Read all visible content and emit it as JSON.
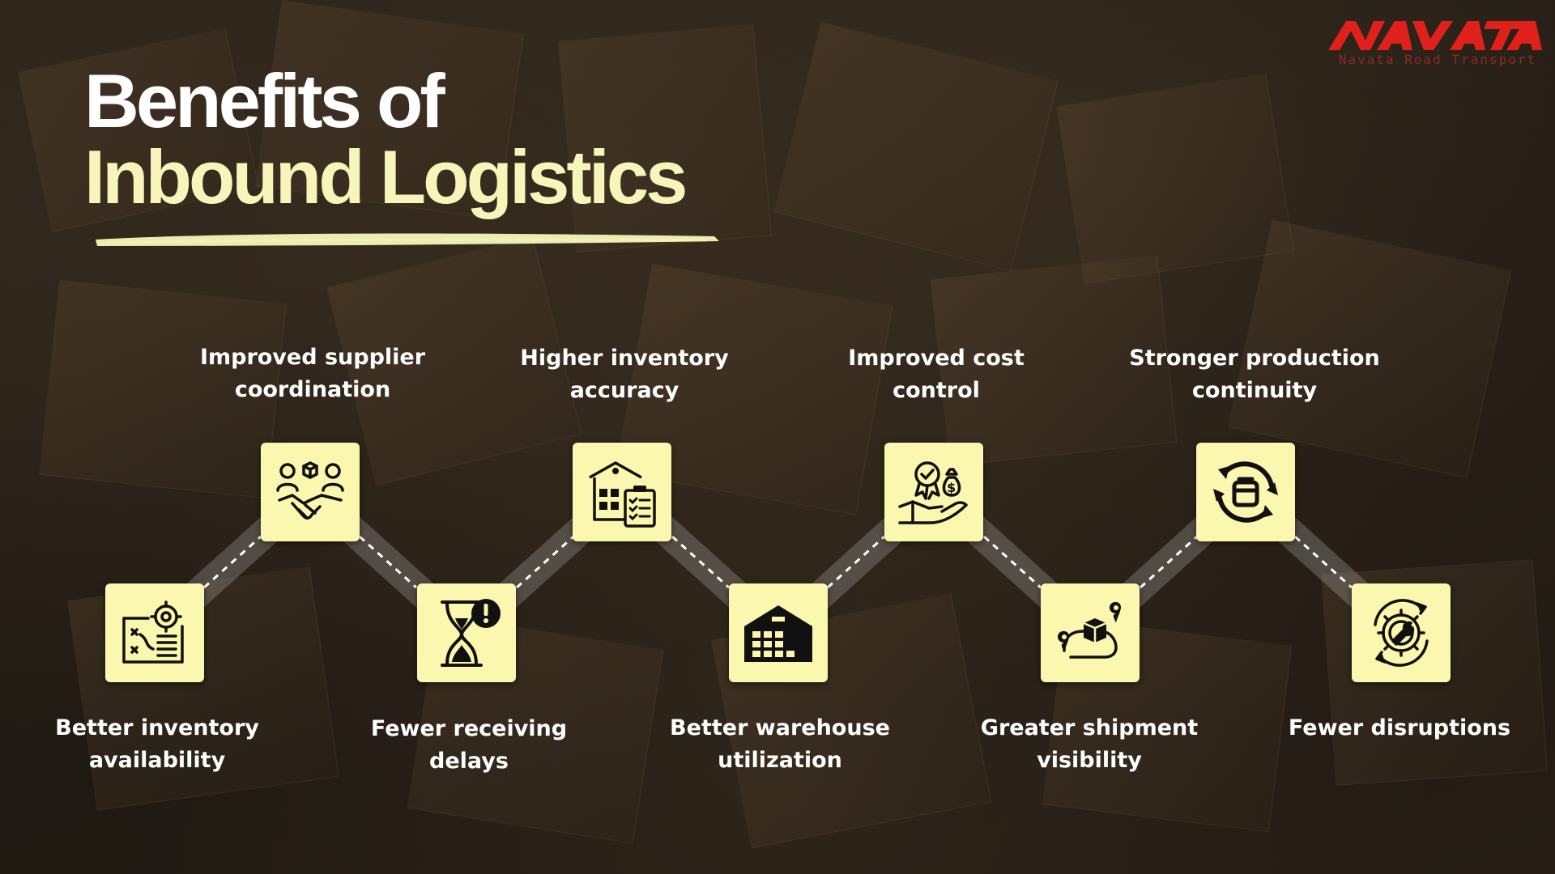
{
  "logo": {
    "wordmark": "NAVATA",
    "subtitle": "Navata Road Transport",
    "color": "#e0201b"
  },
  "title": {
    "line1": "Benefits of",
    "line2": "Inbound Logistics"
  },
  "accent_color": "#fbf7ae",
  "benefits": [
    {
      "line1": "Better inventory",
      "line2": "availability",
      "icon": "inventory-blueprint-gear-icon"
    },
    {
      "line1": "Improved supplier",
      "line2": "coordination",
      "icon": "handshake-partners-icon"
    },
    {
      "line1": "Fewer receiving",
      "line2": "delays",
      "icon": "hourglass-alert-icon"
    },
    {
      "line1": "Higher inventory",
      "line2": "accuracy",
      "icon": "warehouse-checklist-icon"
    },
    {
      "line1": "Better warehouse",
      "line2": "utilization",
      "icon": "warehouse-storage-icon"
    },
    {
      "line1": "Improved cost",
      "line2": "control",
      "icon": "hand-money-badge-icon"
    },
    {
      "line1": "Greater shipment",
      "line2": "visibility",
      "icon": "shipment-route-pins-icon"
    },
    {
      "line1": "Stronger production",
      "line2": "continuity",
      "icon": "cycle-arrows-box-icon"
    },
    {
      "line1": "Fewer disruptions",
      "line2": "",
      "icon": "gear-wrench-cycle-icon"
    }
  ]
}
